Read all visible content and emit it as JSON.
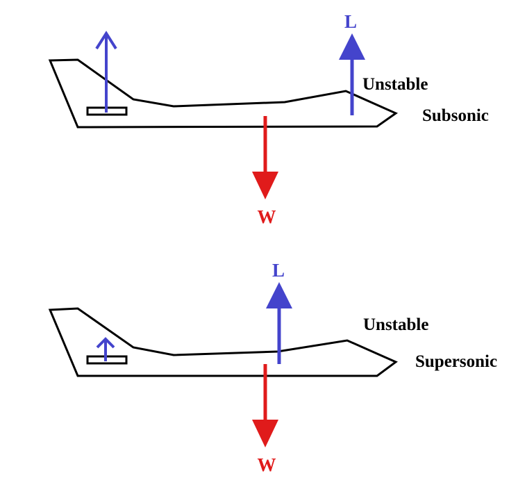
{
  "colors": {
    "lift": "#4444cc",
    "weight": "#e01b1b",
    "outline": "#000000",
    "background": "#ffffff"
  },
  "panels": [
    {
      "state_label": "Unstable",
      "regime_label": "Subsonic",
      "lift_label": "L",
      "weight_label": "W"
    },
    {
      "state_label": "Unstable",
      "regime_label": "Supersonic",
      "lift_label": "L",
      "weight_label": "W"
    }
  ]
}
